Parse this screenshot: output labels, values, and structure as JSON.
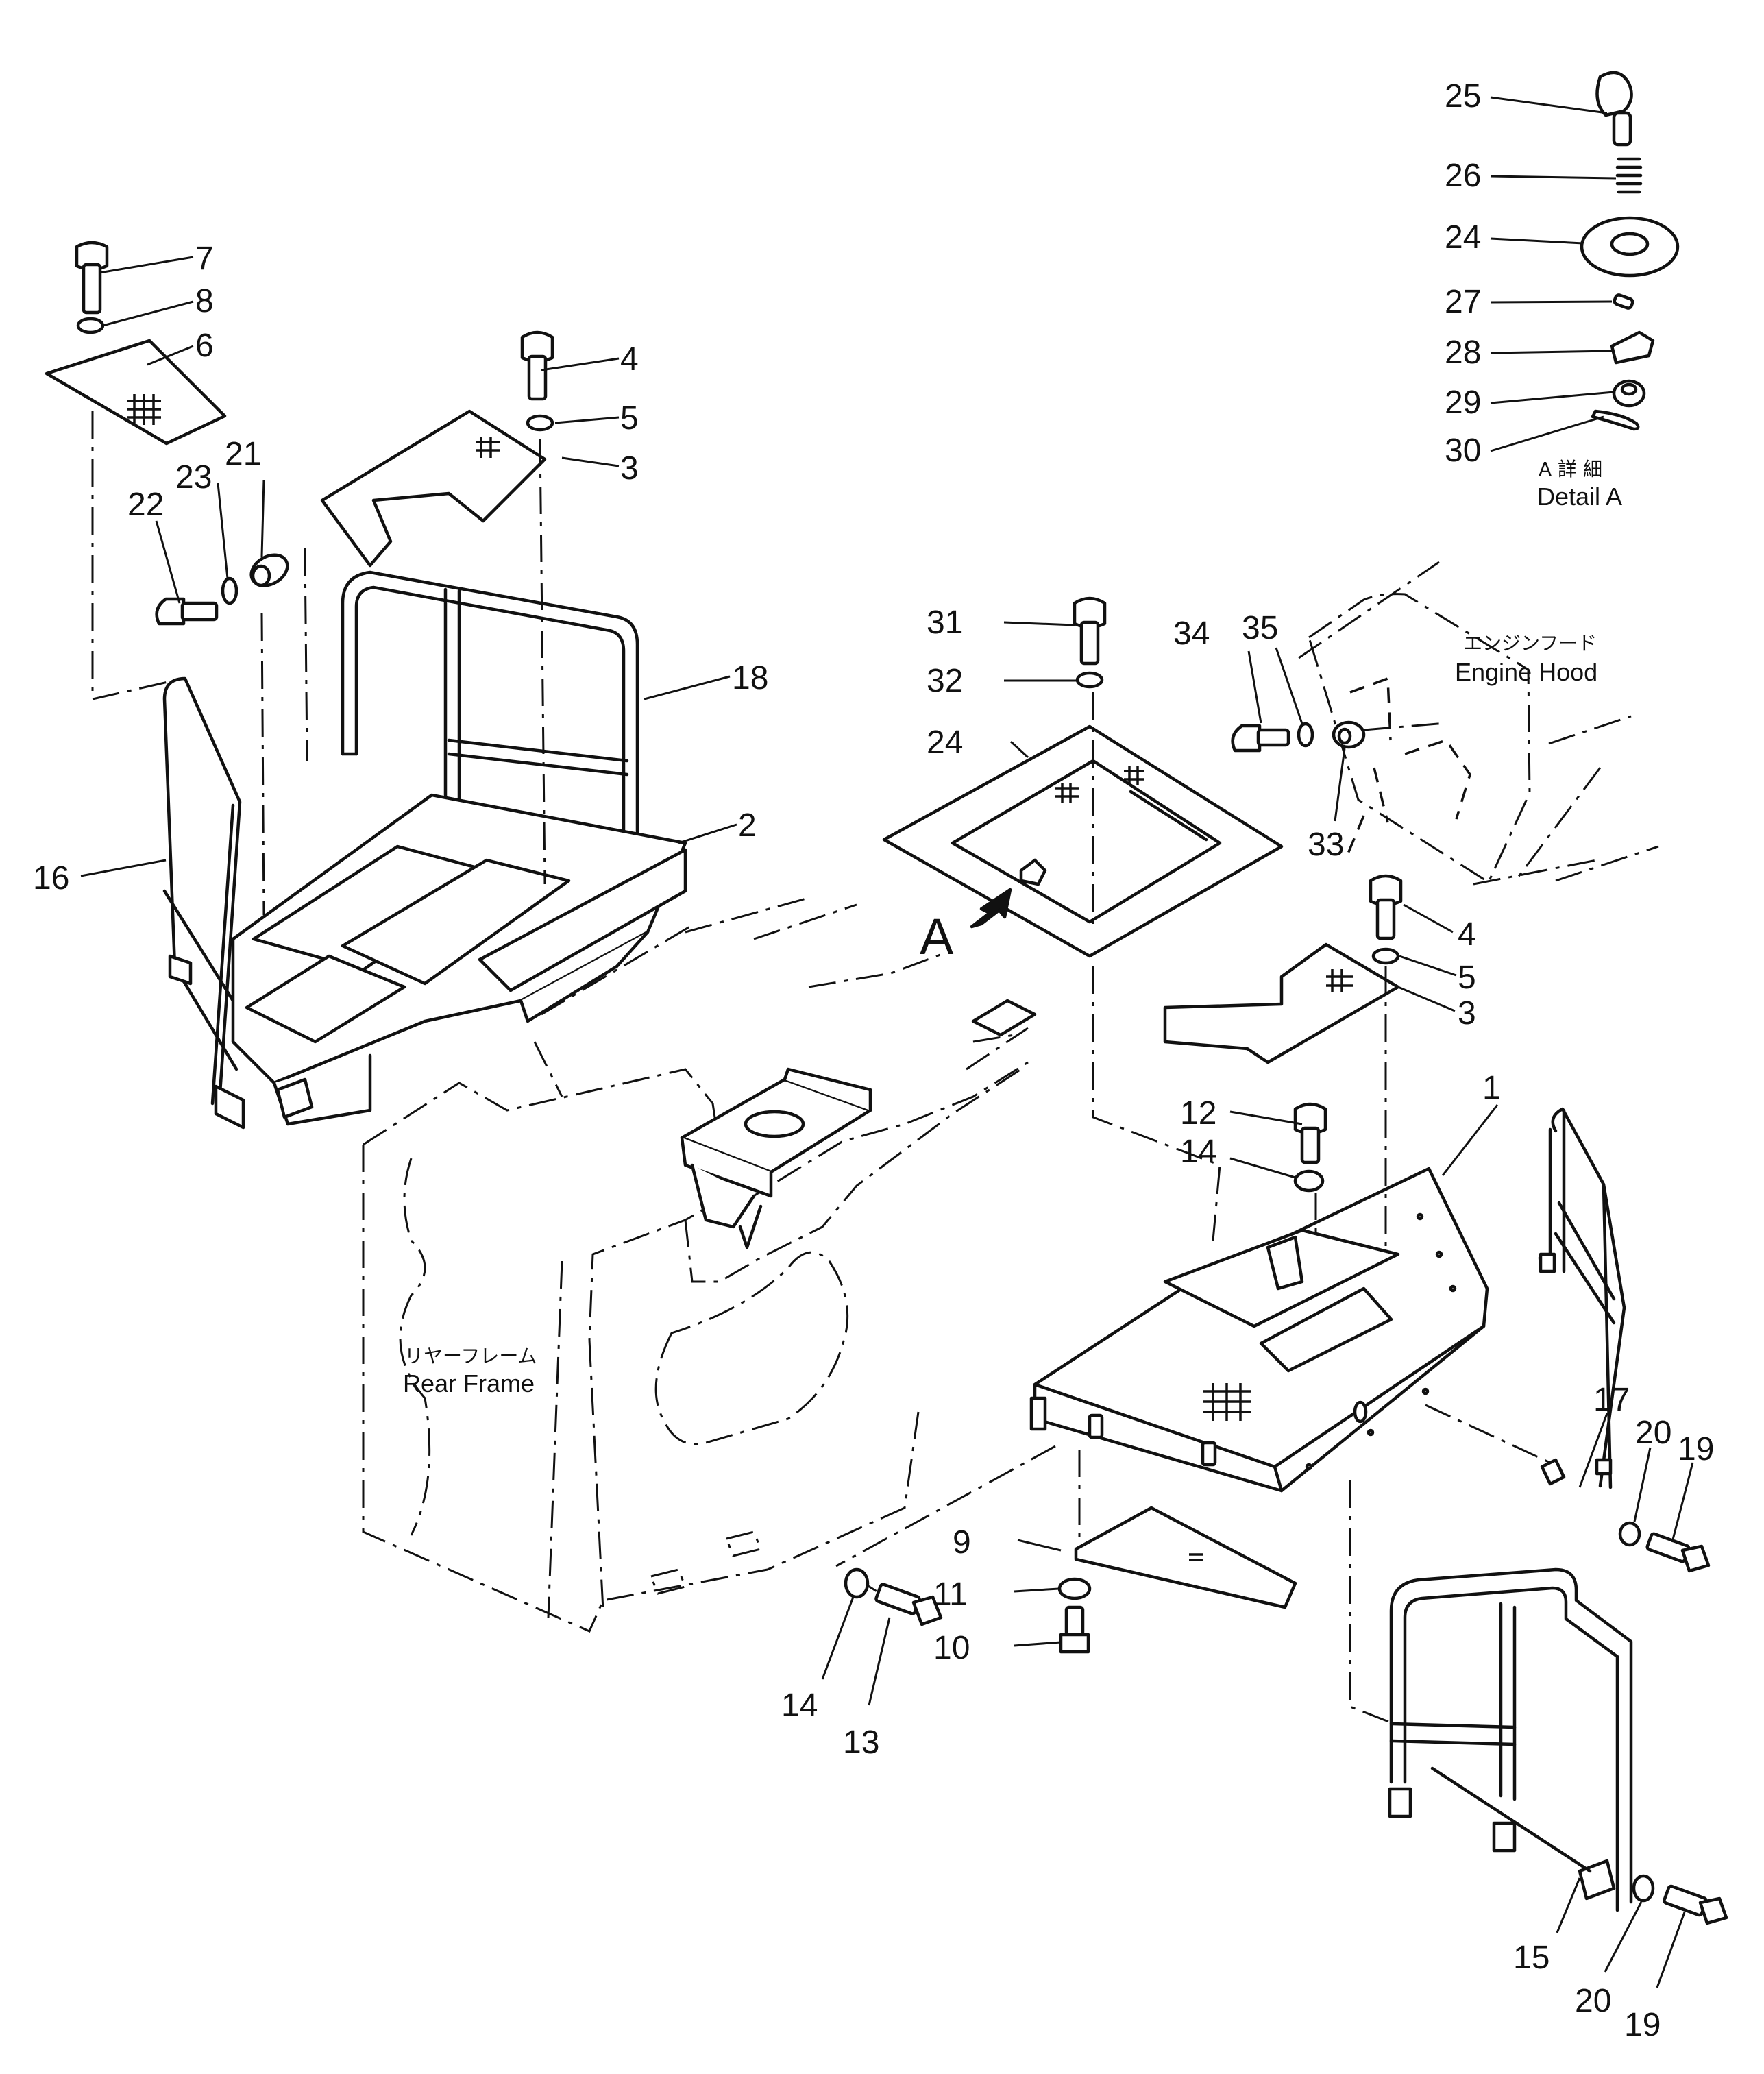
{
  "labels": {
    "detail_a_jp": "A 詳 細",
    "detail_a": "Detail A",
    "engine_hood_jp": "エンジンフード",
    "engine_hood": "Engine Hood",
    "rear_frame_jp": "リヤーフレーム",
    "rear_frame": "Rear Frame",
    "view_marker": "A"
  },
  "callouts": {
    "c25": "25",
    "c26": "26",
    "c24a": "24",
    "c27": "27",
    "c28": "28",
    "c29": "29",
    "c30": "30",
    "c7": "7",
    "c8": "8",
    "c6": "6",
    "c4a": "4",
    "c5a": "5",
    "c3a": "3",
    "c21": "21",
    "c23": "23",
    "c22": "22",
    "c18": "18",
    "c16": "16",
    "c2": "2",
    "c31": "31",
    "c32": "32",
    "c24b": "24",
    "c34": "34",
    "c35": "35",
    "c33": "33",
    "c4b": "4",
    "c5b": "5",
    "c3b": "3",
    "c12": "12",
    "c14a": "14",
    "c1": "1",
    "c17": "17",
    "c20a": "20",
    "c19a": "19",
    "c9": "9",
    "c11": "11",
    "c10": "10",
    "c14b": "14",
    "c13": "13",
    "c15": "15",
    "c20b": "20",
    "c19b": "19"
  }
}
